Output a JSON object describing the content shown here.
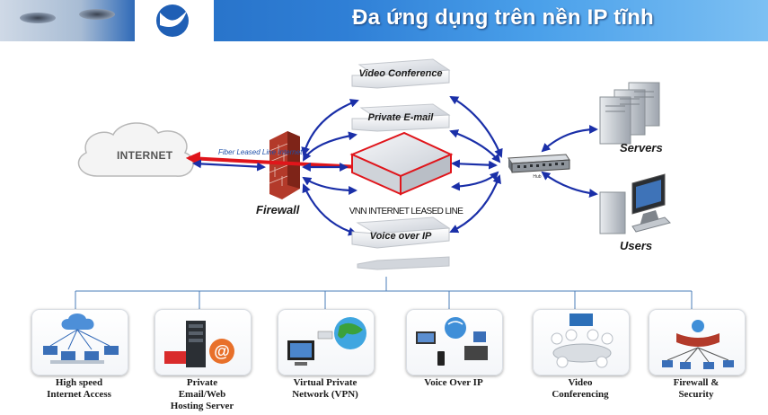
{
  "header": {
    "title": "Đa ứng dụng trên nền IP tĩnh",
    "colors": {
      "bg_start": "#1f63b8",
      "bg_end": "#7dc0f3",
      "title": "#ffffff"
    }
  },
  "diagram": {
    "internet_label": "INTERNET",
    "fiber_label": "Fiber Leased Line Internet",
    "firewall_label": "Firewall",
    "leased_line_label": "VNN INTERNET LEASED LINE",
    "apps": {
      "video_conference": "Video Conference",
      "private_email": "Private E-mail",
      "voice_over_ip": "Voice over IP"
    },
    "switch_label": "Hub",
    "servers_label": "Servers",
    "users_label": "Users",
    "colors": {
      "arrow": "#1a2fa8",
      "fiber_arrow": "#e0151b",
      "tree_line": "#4a7db8"
    }
  },
  "services": [
    {
      "icon": "internet-access-icon",
      "label": "High speed\nInternet Access"
    },
    {
      "icon": "email-hosting-icon",
      "label": "Private\nEmail/Web\nHosting Server"
    },
    {
      "icon": "vpn-icon",
      "label": "Virtual Private\nNetwork (VPN)"
    },
    {
      "icon": "voip-icon",
      "label": "Voice Over IP"
    },
    {
      "icon": "video-conferencing-icon",
      "label": "Video\nConferencing"
    },
    {
      "icon": "firewall-security-icon",
      "label": "Firewall &\nSecurity"
    }
  ]
}
